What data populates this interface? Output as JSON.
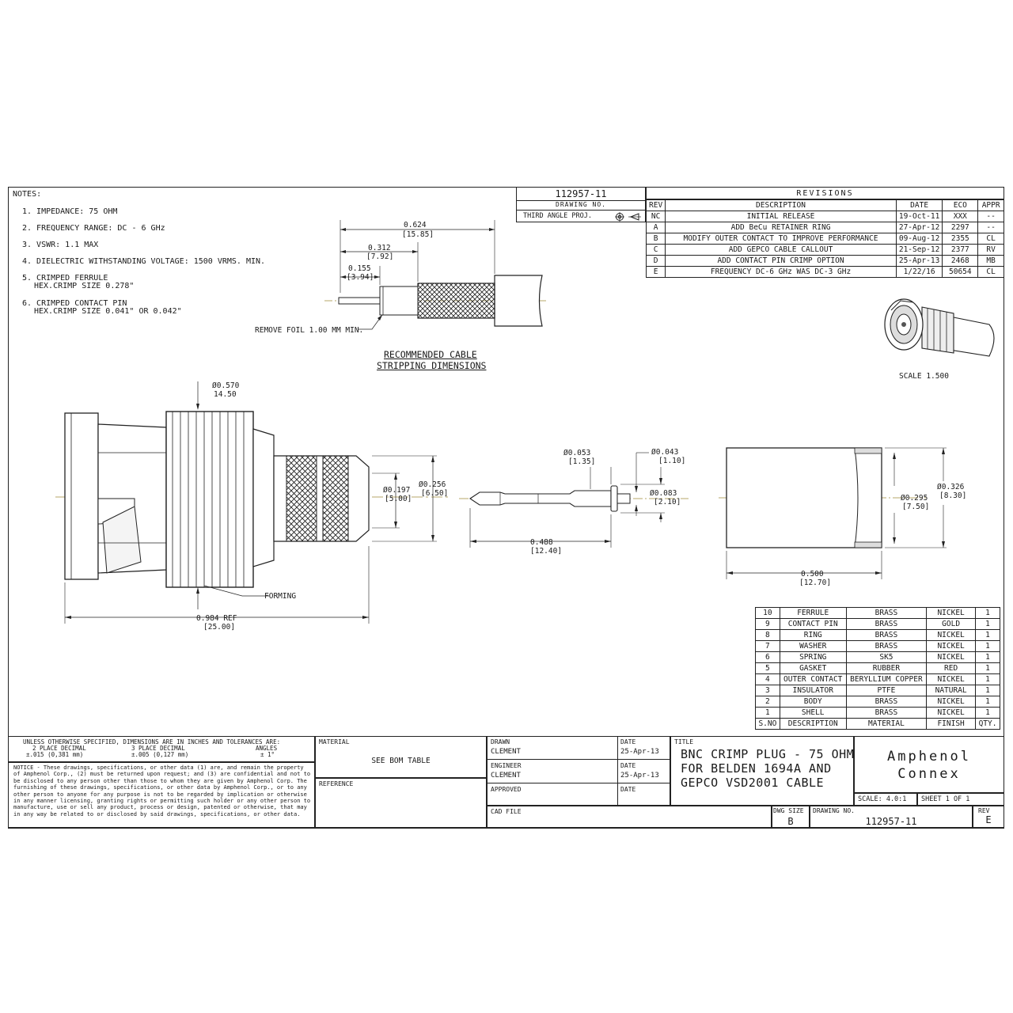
{
  "notes": {
    "heading": "NOTES:",
    "items": [
      "1. IMPEDANCE: 75 OHM",
      "2. FREQUENCY RANGE: DC - 6 GHz",
      "3. VSWR: 1.1 MAX",
      "4. DIELECTRIC WITHSTANDING VOLTAGE: 1500 VRMS. MIN.",
      "5. CRIMPED FERRULE",
      "HEX.CRIMP SIZE 0.278\"",
      "6. CRIMPED CONTACT PIN",
      "HEX.CRIMP SIZE 0.041\" OR 0.042\""
    ]
  },
  "drawing_header": {
    "number": "112957-11",
    "number_label": "DRAWING NO.",
    "projection": "THIRD ANGLE PROJ."
  },
  "revisions": {
    "title": "REVISIONS",
    "headers": [
      "REV",
      "DESCRIPTION",
      "DATE",
      "ECO",
      "APPR"
    ],
    "rows": [
      [
        "NC",
        "INITIAL RELEASE",
        "19-Oct-11",
        "XXX",
        "--"
      ],
      [
        "A",
        "ADD BeCu RETAINER RING",
        "27-Apr-12",
        "2297",
        "--"
      ],
      [
        "B",
        "MODIFY OUTER CONTACT TO IMPROVE PERFORMANCE",
        "09-Aug-12",
        "2355",
        "CL"
      ],
      [
        "C",
        "ADD GEPCO CABLE CALLOUT",
        "21-Sep-12",
        "2377",
        "RV"
      ],
      [
        "D",
        "ADD CONTACT PIN CRIMP OPTION",
        "25-Apr-13",
        "2468",
        "MB"
      ],
      [
        "E",
        "FREQUENCY DC-6 GHz WAS DC-3 GHz",
        "1/22/16",
        "50654",
        "CL"
      ]
    ]
  },
  "stripping": {
    "dims": [
      {
        "in": "0.624",
        "mm": "[15.85]"
      },
      {
        "in": "0.312",
        "mm": "[7.92]"
      },
      {
        "in": "0.155",
        "mm": "[3.94]"
      }
    ],
    "note": "REMOVE FOIL 1.00 MM MIN.",
    "caption1": "RECOMMENDED CABLE",
    "caption2": "STRIPPING DIMENSIONS"
  },
  "iso_scale": "SCALE  1.500",
  "connector_view": {
    "d1_in": "Ø0.570",
    "d1_mm": "14.50",
    "d2_in": "Ø0.197",
    "d2_mm": "[5.00]",
    "d3_in": "Ø0.256",
    "d3_mm": "[6.50]",
    "len_in": "0.984 REF",
    "len_mm": "[25.00]",
    "forming": "FORMING"
  },
  "pin_view": {
    "d1_in": "Ø0.053",
    "d1_mm": "[1.35]",
    "d2_in": "Ø0.043",
    "d2_mm": "[1.10]",
    "d3_in": "Ø0.083",
    "d3_mm": "[2.10]",
    "len_in": "0.488",
    "len_mm": "[12.40]"
  },
  "ferrule_view": {
    "d1_in": "Ø0.295",
    "d1_mm": "[7.50]",
    "d2_in": "Ø0.326",
    "d2_mm": "[8.30]",
    "len_in": "0.500",
    "len_mm": "[12.70]"
  },
  "bom": {
    "headers": [
      "S.NO",
      "DESCRIPTION",
      "MATERIAL",
      "FINISH",
      "QTY."
    ],
    "rows": [
      [
        "10",
        "FERRULE",
        "BRASS",
        "NICKEL",
        "1"
      ],
      [
        "9",
        "CONTACT PIN",
        "BRASS",
        "GOLD",
        "1"
      ],
      [
        "8",
        "RING",
        "BRASS",
        "NICKEL",
        "1"
      ],
      [
        "7",
        "WASHER",
        "BRASS",
        "NICKEL",
        "1"
      ],
      [
        "6",
        "SPRING",
        "SK5",
        "NICKEL",
        "1"
      ],
      [
        "5",
        "GASKET",
        "RUBBER",
        "RED",
        "1"
      ],
      [
        "4",
        "OUTER CONTACT",
        "BERYLLIUM COPPER",
        "NICKEL",
        "1"
      ],
      [
        "3",
        "INSULATOR",
        "PTFE",
        "NATURAL",
        "1"
      ],
      [
        "2",
        "BODY",
        "BRASS",
        "NICKEL",
        "1"
      ],
      [
        "1",
        "SHELL",
        "BRASS",
        "NICKEL",
        "1"
      ]
    ]
  },
  "title_block": {
    "tol_line1": "UNLESS OTHERWISE SPECIFIED, DIMENSIONS ARE IN INCHES AND TOLERANCES ARE:",
    "tol_2place_label": "2 PLACE DECIMAL",
    "tol_2place_value": "±.015  (0,381 mm)",
    "tol_3place_label": "3 PLACE DECIMAL",
    "tol_3place_value": "±.005  (0,127 mm)",
    "tol_angles_label": "ANGLES",
    "tol_angles_value": "± 1°",
    "notice": "NOTICE - These drawings, specifications, or other data (1) are, and remain the property of Amphenol Corp., (2) must be returned upon request; and (3) are confidential and not to be disclosed to any person other than those to whom they are given by Amphenol Corp.  The furnishing of these drawings, specifications, or other data by Amphenol Corp., or to any other person to anyone for any purpose is not to be regarded by implication or otherwise in any manner licensing, granting rights or permitting such holder or any other person to manufacture, use or sell any product, process or design, patented or otherwise, that may in any way be related to or disclosed by said drawings, specifications, or other data.",
    "material_label": "MATERIAL",
    "material_value": "SEE BOM TABLE",
    "reference_label": "REFERENCE",
    "drawn_label": "DRAWN",
    "drawn_by": "CLEMENT",
    "drawn_date_label": "DATE",
    "drawn_date": "25-Apr-13",
    "engineer_label": "ENGINEER",
    "engineer_by": "CLEMENT",
    "engineer_date_label": "DATE",
    "engineer_date": "25-Apr-13",
    "approved_label": "APPROVED",
    "approved_date_label": "DATE",
    "cad_label": "CAD FILE",
    "title_label": "TITLE",
    "title_line1": "BNC CRIMP PLUG - 75 OHM",
    "title_line2": "FOR BELDEN 1694A AND",
    "title_line3": "GEPCO VSD2001 CABLE",
    "brand_line1": "Amphenol",
    "brand_line2": "Connex",
    "scale": "SCALE: 4.0:1",
    "sheet": "SHEET   1 OF 1",
    "dwg_size_label": "DWG SIZE",
    "dwg_size": "B",
    "dwg_no_label": "DRAWING NO.",
    "dwg_no": "112957-11",
    "rev_label": "REV",
    "rev": "E"
  }
}
